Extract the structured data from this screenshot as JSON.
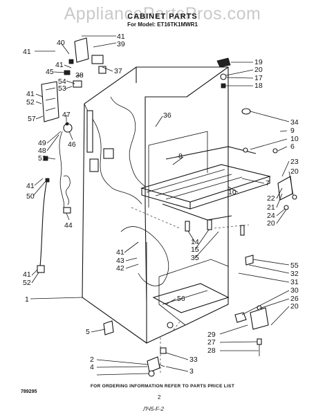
{
  "header": {
    "watermark": "AppliancePartsPros.com",
    "title": "CABINET PARTS",
    "model_line": "For Model: ET16TK1MWR1"
  },
  "footer": {
    "order_note": "FOR ORDERING INFORMATION REFER TO PARTS PRICE LIST",
    "doc_number": "789295",
    "page_number": "2",
    "handwritten_ref": "ЛЧ5-F-2"
  },
  "callouts": [
    {
      "id": "c41a",
      "text": "41"
    },
    {
      "id": "c39",
      "text": "39"
    },
    {
      "id": "c41b",
      "text": "41"
    },
    {
      "id": "c40",
      "text": "40"
    },
    {
      "id": "c41c",
      "text": "41"
    },
    {
      "id": "c37",
      "text": "37"
    },
    {
      "id": "c45",
      "text": "45"
    },
    {
      "id": "c38",
      "text": "38"
    },
    {
      "id": "c54",
      "text": "54"
    },
    {
      "id": "c53",
      "text": "53"
    },
    {
      "id": "c41d",
      "text": "41"
    },
    {
      "id": "c52a",
      "text": "52"
    },
    {
      "id": "c57",
      "text": "57"
    },
    {
      "id": "c47",
      "text": "47"
    },
    {
      "id": "c49",
      "text": "49"
    },
    {
      "id": "c48",
      "text": "48"
    },
    {
      "id": "c46",
      "text": "46"
    },
    {
      "id": "c51",
      "text": "51"
    },
    {
      "id": "c41e",
      "text": "41"
    },
    {
      "id": "c50",
      "text": "50"
    },
    {
      "id": "c44",
      "text": "44"
    },
    {
      "id": "c41f",
      "text": "41"
    },
    {
      "id": "c52b",
      "text": "52"
    },
    {
      "id": "c1",
      "text": "1"
    },
    {
      "id": "c36",
      "text": "36"
    },
    {
      "id": "c8",
      "text": "8"
    },
    {
      "id": "c19",
      "text": "19"
    },
    {
      "id": "c20a",
      "text": "20"
    },
    {
      "id": "c17",
      "text": "17"
    },
    {
      "id": "c18",
      "text": "18"
    },
    {
      "id": "c34",
      "text": "34"
    },
    {
      "id": "c9",
      "text": "9"
    },
    {
      "id": "c10a",
      "text": "10"
    },
    {
      "id": "c6",
      "text": "6"
    },
    {
      "id": "c23",
      "text": "23"
    },
    {
      "id": "c20b",
      "text": "20"
    },
    {
      "id": "c7",
      "text": "7"
    },
    {
      "id": "c10b",
      "text": "10"
    },
    {
      "id": "c22",
      "text": "22"
    },
    {
      "id": "c21",
      "text": "21"
    },
    {
      "id": "c24",
      "text": "24"
    },
    {
      "id": "c20c",
      "text": "20"
    },
    {
      "id": "c14",
      "text": "14"
    },
    {
      "id": "c15",
      "text": "15"
    },
    {
      "id": "c35",
      "text": "35"
    },
    {
      "id": "c41g",
      "text": "41"
    },
    {
      "id": "c43",
      "text": "43"
    },
    {
      "id": "c42",
      "text": "42"
    },
    {
      "id": "c55",
      "text": "55"
    },
    {
      "id": "c32",
      "text": "32"
    },
    {
      "id": "c31",
      "text": "31"
    },
    {
      "id": "c30",
      "text": "30"
    },
    {
      "id": "c26",
      "text": "26"
    },
    {
      "id": "c20d",
      "text": "20"
    },
    {
      "id": "c56",
      "text": "56"
    },
    {
      "id": "c29",
      "text": "29"
    },
    {
      "id": "c27",
      "text": "27"
    },
    {
      "id": "c28",
      "text": "28"
    },
    {
      "id": "c33",
      "text": "33"
    },
    {
      "id": "c5",
      "text": "5"
    },
    {
      "id": "c2",
      "text": "2"
    },
    {
      "id": "c4",
      "text": "4"
    },
    {
      "id": "c3",
      "text": "3"
    }
  ]
}
